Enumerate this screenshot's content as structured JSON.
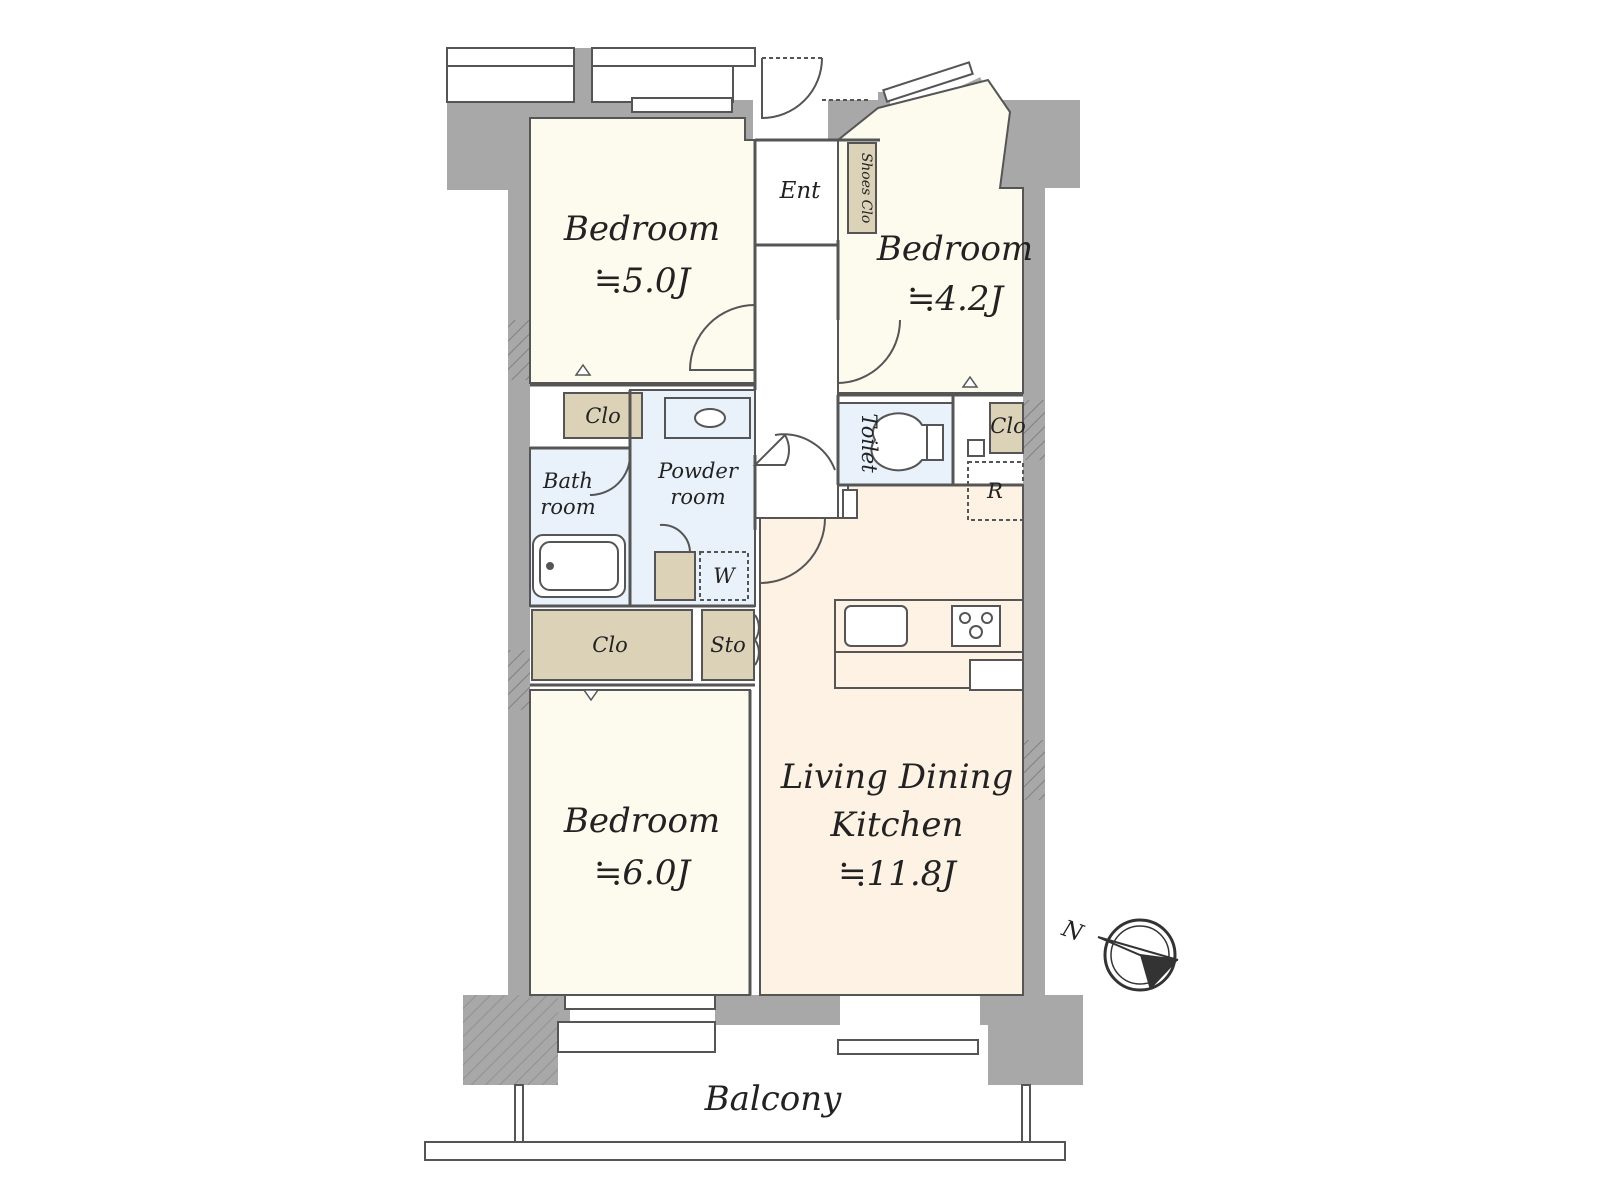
{
  "colors": {
    "wall": "#a8a8a8",
    "bedroom_fill": "#fcfbee",
    "ldk_fill": "#fdf2e3",
    "wet_fill": "#e9f2fa",
    "closet_fill": "#dcd2b8",
    "line": "#555555"
  },
  "rooms": {
    "bedroom_nw": {
      "name": "Bedroom",
      "area": "≒5.0J"
    },
    "bedroom_ne": {
      "name": "Bedroom",
      "area": "≒4.2J"
    },
    "bedroom_sw": {
      "name": "Bedroom",
      "area": "≒6.0J"
    },
    "ldk": {
      "name_line1": "Living Dining",
      "name_line2": "Kitchen",
      "area": "≒11.8J"
    },
    "entrance": "Ent",
    "shoes_closet": "Shoes Clo",
    "toilet": "Toilet",
    "bath": {
      "line1": "Bath",
      "line2": "room"
    },
    "powder": {
      "line1": "Powder",
      "line2": "room"
    },
    "closet_top": "Clo",
    "closet_right": "Clo",
    "closet_mid": "Clo",
    "storage": "Sto",
    "washer": "W",
    "refrigerator": "R",
    "balcony": "Balcony"
  },
  "compass": {
    "label": "N"
  }
}
